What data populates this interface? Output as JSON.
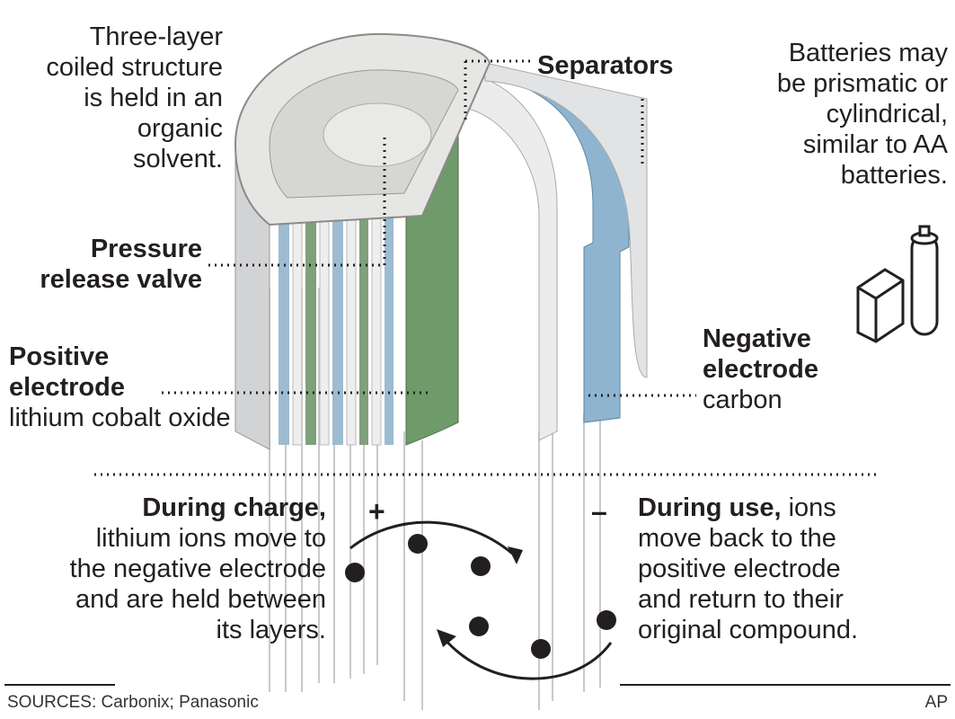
{
  "labels": {
    "coiled": [
      "Three-layer",
      "coiled structure",
      "is held in an",
      "organic",
      "solvent."
    ],
    "separators": "Separators",
    "batteries": [
      "Batteries may",
      "be prismatic or",
      "cylindrical,",
      "similar to AA",
      "batteries."
    ],
    "pressure": [
      "Pressure",
      "release valve"
    ],
    "positive": {
      "title": [
        "Positive",
        "electrode"
      ],
      "desc": "lithium cobalt oxide"
    },
    "negative": {
      "title": [
        "Negative",
        "electrode"
      ],
      "desc": "carbon"
    },
    "plus": "+",
    "minus": "–"
  },
  "charge": {
    "title": "During charge,",
    "lines": [
      "lithium  ions move to",
      "the negative electrode",
      "and are held between",
      "its layers."
    ]
  },
  "use": {
    "title": "During use,",
    "first": " ions",
    "lines": [
      "move back to the",
      "positive electrode",
      "and return to their",
      "original compound."
    ]
  },
  "footer": {
    "sources": "SOURCES: Carbonix; Panasonic",
    "credit": "AP"
  },
  "colors": {
    "green": "#6f9a6a",
    "blue": "#8fb4cf",
    "gray": "#d9dadb"
  }
}
